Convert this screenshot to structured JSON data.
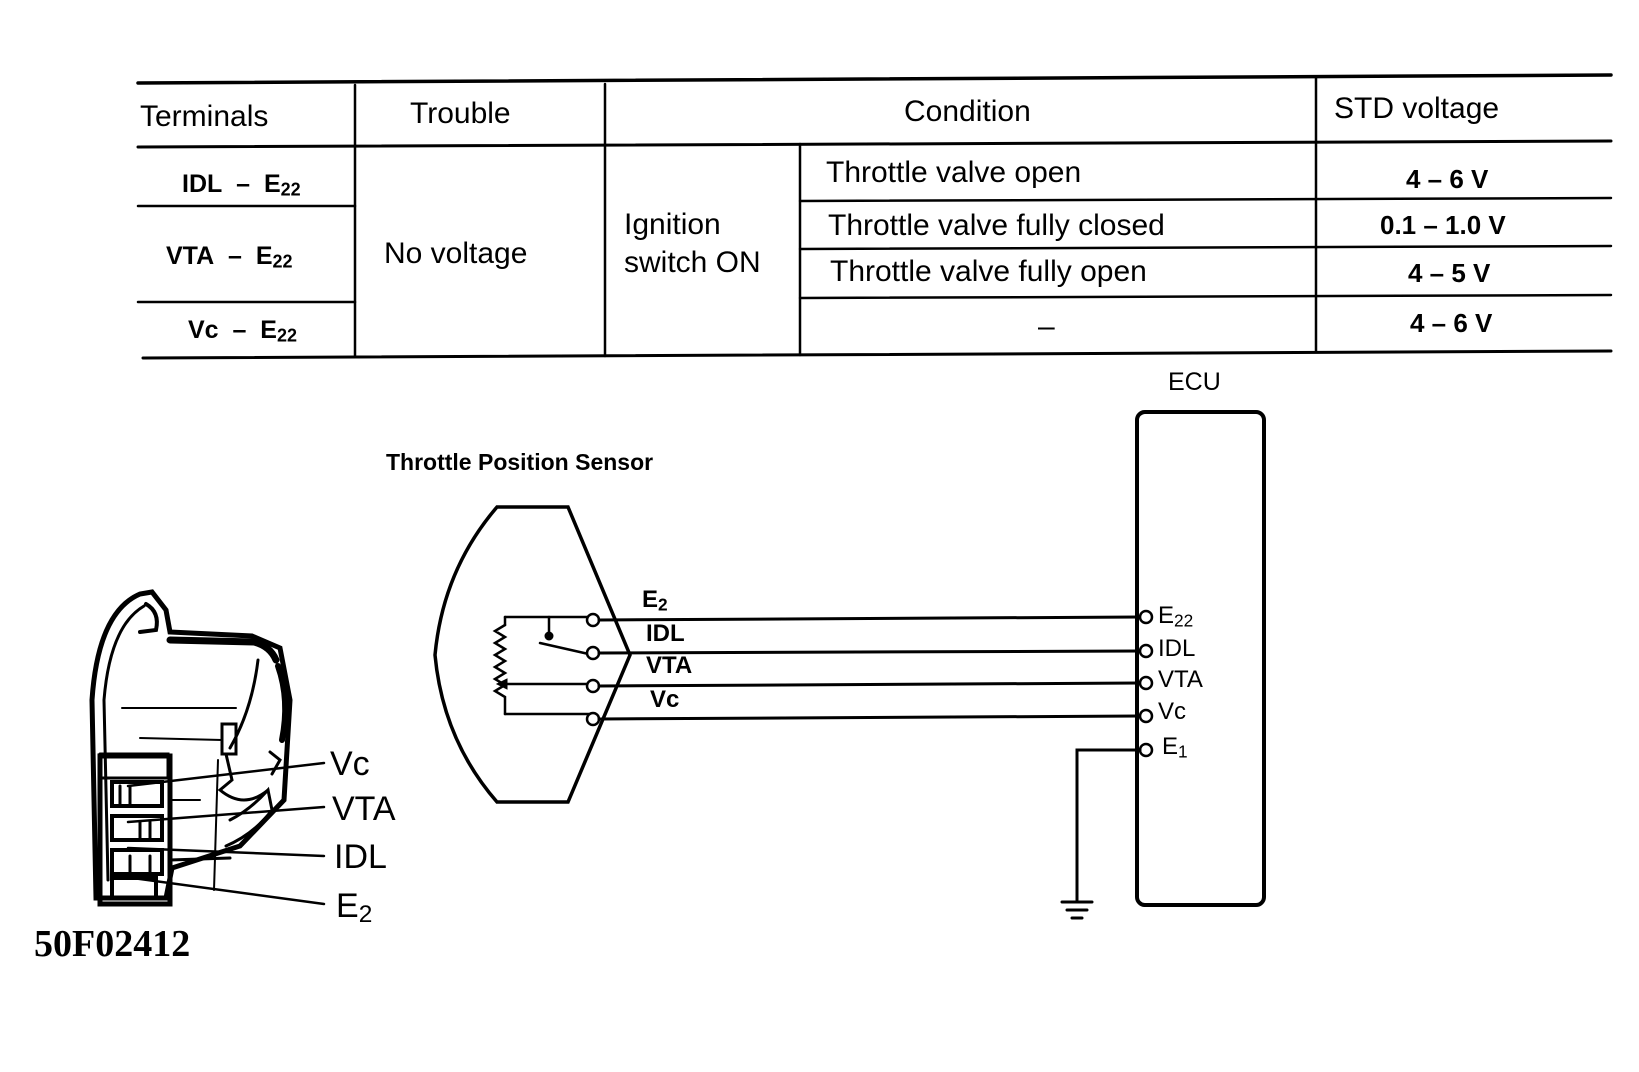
{
  "table": {
    "headers": {
      "terminals": "Terminals",
      "trouble": "Trouble",
      "condition": "Condition",
      "std_voltage": "STD voltage"
    },
    "trouble_value": "No voltage",
    "ignition_line1": "Ignition",
    "ignition_line2": "switch ON",
    "rows": [
      {
        "terminal_main": "IDL",
        "terminal_ref": "E",
        "terminal_ref_sub": "22",
        "condition": "Throttle valve open",
        "voltage": "4 – 6 V"
      },
      {
        "terminal_main": "VTA",
        "terminal_ref": "E",
        "terminal_ref_sub": "22",
        "condition": "Throttle valve fully closed",
        "voltage": "0.1 – 1.0 V"
      },
      {
        "terminal_main": "",
        "terminal_ref": "",
        "terminal_ref_sub": "",
        "condition": "Throttle valve fully open",
        "voltage": "4 – 5 V"
      },
      {
        "terminal_main": "Vc",
        "terminal_ref": "E",
        "terminal_ref_sub": "22",
        "condition": "–",
        "voltage": "4 – 6 V"
      }
    ]
  },
  "diagram": {
    "sensor_title": "Throttle Position Sensor",
    "ecu_title": "ECU",
    "sensor_pins": [
      {
        "main": "E",
        "sub": "2"
      },
      {
        "main": "IDL",
        "sub": ""
      },
      {
        "main": "VTA",
        "sub": ""
      },
      {
        "main": "Vc",
        "sub": ""
      }
    ],
    "ecu_pins": [
      {
        "main": "E",
        "sub": "22"
      },
      {
        "main": "IDL",
        "sub": ""
      },
      {
        "main": "VTA",
        "sub": ""
      },
      {
        "main": "Vc",
        "sub": ""
      },
      {
        "main": "E",
        "sub": "1"
      }
    ],
    "connector_labels": [
      {
        "main": "Vc",
        "sub": ""
      },
      {
        "main": "VTA",
        "sub": ""
      },
      {
        "main": "IDL",
        "sub": ""
      },
      {
        "main": "E",
        "sub": "2"
      }
    ]
  },
  "figure_code": "50F02412"
}
